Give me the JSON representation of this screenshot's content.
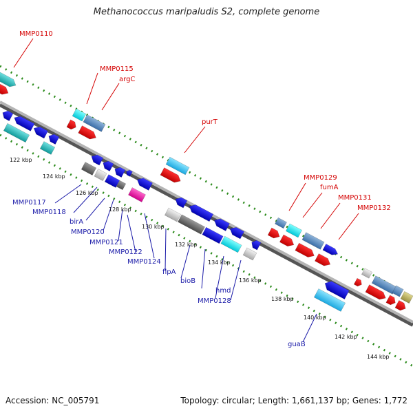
{
  "title": "Methanococcus maripaludis S2, complete genome",
  "footer": {
    "accession": "Accession: NC_005791",
    "stats": "Topology: circular; Length: 1,661,137 bp; Genes: 1,772"
  },
  "colors": {
    "forward_label": "#d40000",
    "reverse_label": "#1a1aa8",
    "tick_dots": "#2a8a1a",
    "backbone": "#8a8a8a"
  },
  "tick_labels": [
    "122 kbp",
    "124 kbp",
    "126 kbp",
    "128 kbp",
    "130 kbp",
    "132 kbp",
    "134 kbp",
    "136 kbp",
    "138 kbp",
    "140 kbp",
    "142 kbp",
    "144 kbp"
  ],
  "forward_genes": [
    "MMP0110",
    "MMP0115",
    "argC",
    "purT",
    "MMP0129",
    "fumA",
    "MMP0131",
    "MMP0132"
  ],
  "reverse_genes": [
    "MMP0117",
    "MMP0118",
    "birA",
    "MMP0120",
    "MMP0121",
    "MMP0122",
    "MMP0124",
    "flpA",
    "bioB",
    "hmd",
    "MMP0128",
    "guaB"
  ]
}
